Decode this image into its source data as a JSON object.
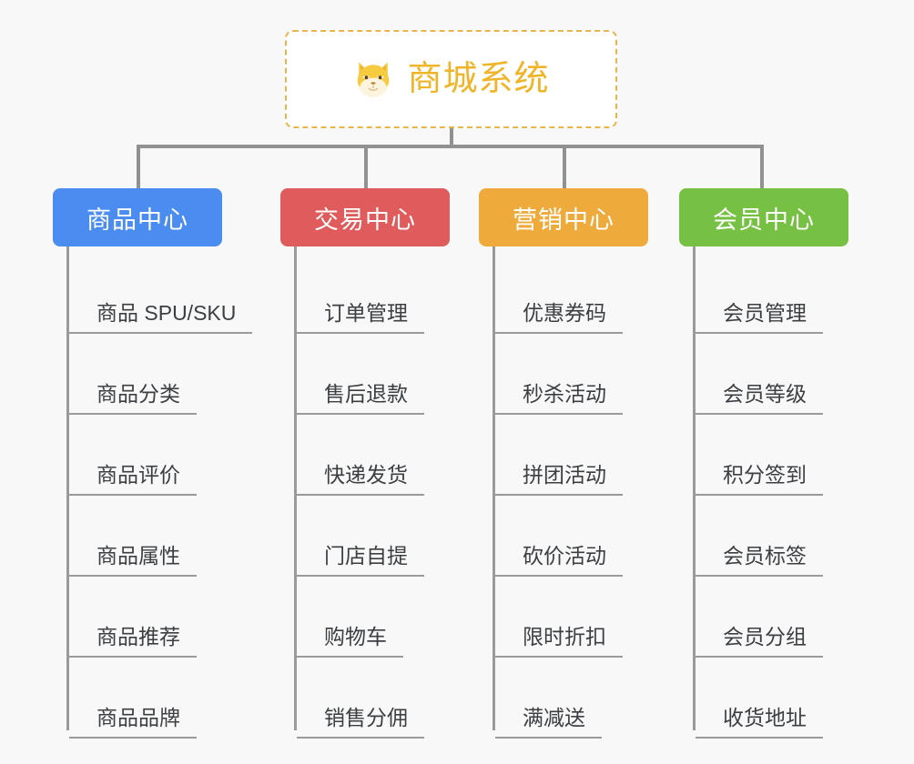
{
  "background_color": "#f8f8f8",
  "root": {
    "title": "商城系统",
    "icon": "shiba-dog-icon",
    "text_color": "#f0b429",
    "border_color": "#e9b44c"
  },
  "connector_color": "#919191",
  "columns": [
    {
      "label": "商品中心",
      "color": "#4a8cf0",
      "items": [
        "商品 SPU/SKU",
        "商品分类",
        "商品评价",
        "商品属性",
        "商品推荐",
        "商品品牌"
      ]
    },
    {
      "label": "交易中心",
      "color": "#e05b5b",
      "items": [
        "订单管理",
        "售后退款",
        "快递发货",
        "门店自提",
        "购物车",
        "销售分佣"
      ]
    },
    {
      "label": "营销中心",
      "color": "#eeab3c",
      "items": [
        "优惠券码",
        "秒杀活动",
        "拼团活动",
        "砍价活动",
        "限时折扣",
        "满减送"
      ]
    },
    {
      "label": "会员中心",
      "color": "#76c043",
      "items": [
        "会员管理",
        "会员等级",
        "积分签到",
        "会员标签",
        "会员分组",
        "收货地址"
      ]
    }
  ]
}
